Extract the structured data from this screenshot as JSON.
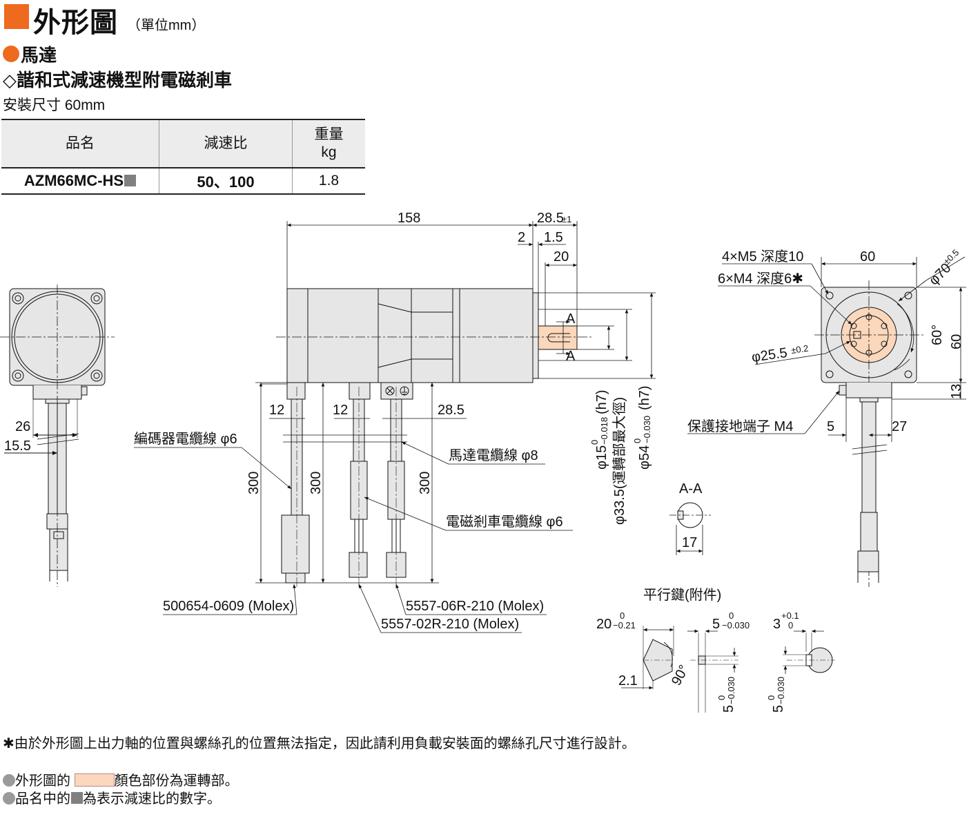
{
  "header": {
    "title": "外形圖",
    "unit": "（單位mm）",
    "motor_label": "馬達",
    "gear_label": "◇諧和式減速機型附電磁剎車",
    "mount_label": "安裝尺寸 60mm"
  },
  "spec_table": {
    "col_name": "品名",
    "col_ratio": "減速比",
    "col_weight_1": "重量",
    "col_weight_2": "kg",
    "row": {
      "name": "AZM66MC-HS",
      "ratio": "50、100",
      "weight": "1.8"
    }
  },
  "dimensions": {
    "total_length": "158",
    "shaft_length": "28.5",
    "shaft_tol": "±1",
    "d2": "2",
    "d15": "1.5",
    "d20": "20",
    "sectionA": "A",
    "left_26": "26",
    "left_155": "15.5",
    "cable_12a": "12",
    "cable_12b": "12",
    "cable_285": "28.5",
    "len300a": "300",
    "len300b": "300",
    "len300c": "300",
    "shaft_dia": "φ15",
    "shaft_dia_tol_top": "0",
    "shaft_dia_tol_bot": "−0.018",
    "shaft_dia_fit": "(h7)",
    "rot_dia": "φ33.5(運轉部最大徑)",
    "pilot_dia": "φ54",
    "pilot_tol_top": "0",
    "pilot_tol_bot": "−0.030",
    "pilot_fit": "(h7)",
    "holes_m5": "4×M5 深度10",
    "holes_m4": "6×M4 深度6✱",
    "front_60": "60",
    "front_60v": "60",
    "pcd70": "φ70",
    "pcd70_tol": "±0.5",
    "pcd255": "φ25.5",
    "pcd255_tol": "±0.2",
    "angle60": "60°",
    "d13": "13",
    "d5": "5",
    "d27": "27",
    "ground": "保護接地端子 M4",
    "aa": "A-A",
    "d17": "17"
  },
  "callouts": {
    "encoder_cable": "編碼器電纜線 φ6",
    "motor_cable": "馬達電纜線 φ8",
    "brake_cable": "電磁剎車電纜線 φ6",
    "connector1": "500654-0609 (Molex)",
    "connector2": "5557-06R-210 (Molex)",
    "connector3": "5557-02R-210 (Molex)"
  },
  "key": {
    "title": "平行鍵(附件)",
    "len": "20",
    "len_tol_top": "0",
    "len_tol_bot": "−0.21",
    "w": "5",
    "w_tol_top": "0",
    "w_tol_bot": "−0.030",
    "h": "3",
    "h_tol_top": "+0.1",
    "h_tol_bot": "0",
    "chamfer": "2.1",
    "angle": "90°",
    "v1": "5",
    "v1_tol_top": "0",
    "v1_tol_bot": "−0.030",
    "v2": "5",
    "v2_tol_top": "0",
    "v2_tol_bot": "−0.030"
  },
  "notes": {
    "n1": "✱由於外形圖上出力軸的位置與螺絲孔的位置無法指定，因此請利用負載安裝面的螺絲孔尺寸進行設計。",
    "n2a": "外形圖的",
    "n2b": "顏色部份為運轉部。",
    "n3a": "品名中的",
    "n3b": "為表示減速比的數字。"
  },
  "colors": {
    "accent": "#ee6a1e",
    "rotating": "#fbd7bb",
    "body": "#e6e6e6",
    "placeholder": "#808080"
  }
}
